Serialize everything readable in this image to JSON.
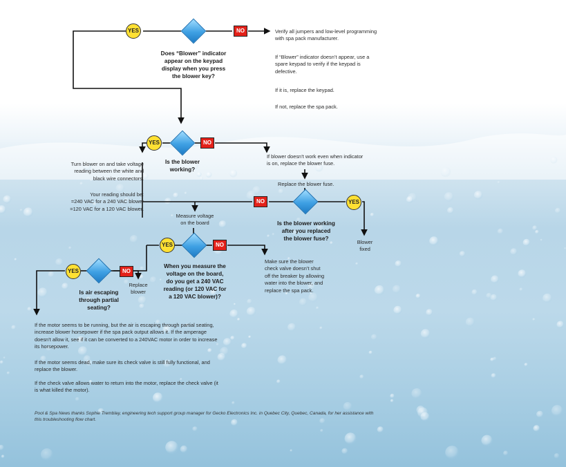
{
  "colors": {
    "yes": "#ffe033",
    "no": "#e32119",
    "diamond": "#3fa0e3",
    "line": "#111111"
  },
  "labels": {
    "yes": "YES",
    "no": "NO"
  },
  "q1": {
    "question": "Does “Blower” indicator\nappear on the keypad\ndisplay when you press\nthe blower key?",
    "no_text_1": "Verify all jumpers and low-level programming\nwith spa pack manufacturer.",
    "no_text_2": "If “Blower” indicator doesn’t appear, use a\nspare keypad to verify if the keypad is\ndefective.",
    "no_text_3": "If it is, replace the keypad.",
    "no_text_4": "If not, replace the spa pack."
  },
  "q2": {
    "question": "Is the blower\nworking?",
    "yes_text_1": "Turn blower on and take voltage\nreading between the white and\nblack wire connectors.",
    "yes_text_2": "Your reading should be:\n=240 VAC for a 240 VAC blower\n=120 VAC for a 120 VAC blower.",
    "no_text": "If blower doesn’t work even when indicator\nis on, replace the blower fuse."
  },
  "fuse": {
    "action": "Replace the blower fuse."
  },
  "q3": {
    "question": "Is the blower working\nafter you replaced\nthe blower fuse?",
    "yes_text": "Blower\nfixed"
  },
  "measure": {
    "text": "Measure voltage\non the board"
  },
  "q4": {
    "question": "When you measure the\nvoltage on the board,\ndo you get a 240 VAC\nreading (or 120 VAC for\na 120 VAC blower)?",
    "no_text": "Make sure the blower\ncheck valve doesn’t shut\noff the breaker by allowing\nwater into the blower, and\nreplace the spa pack."
  },
  "q5": {
    "question": "Is air escaping\nthrough partial\nseating?",
    "no_text": "Replace\nblower",
    "yes_text_1": "If the motor seems to be running, but the air is escaping through partial seating,\nincrease blower horsepower if the spa pack output allows it. If the amperage\ndoesn’t allow it, see if it can be converted to a 240VAC motor in order to increase\nits horsepower.",
    "yes_text_2": "If the motor seems dead, make sure its check valve is still fully functional, and\nreplace the blower.",
    "yes_text_3": "If the check valve allows water to return into the motor, replace the check valve (it\nis what killed the motor)."
  },
  "credit": "Pool & Spa News thanks Sophie Tremblay, engineering tech support group manager for Gecko Electronics Inc. in Quebec City, Quebec, Canada, for her assistance with\nthis troubleshooting flow chart."
}
